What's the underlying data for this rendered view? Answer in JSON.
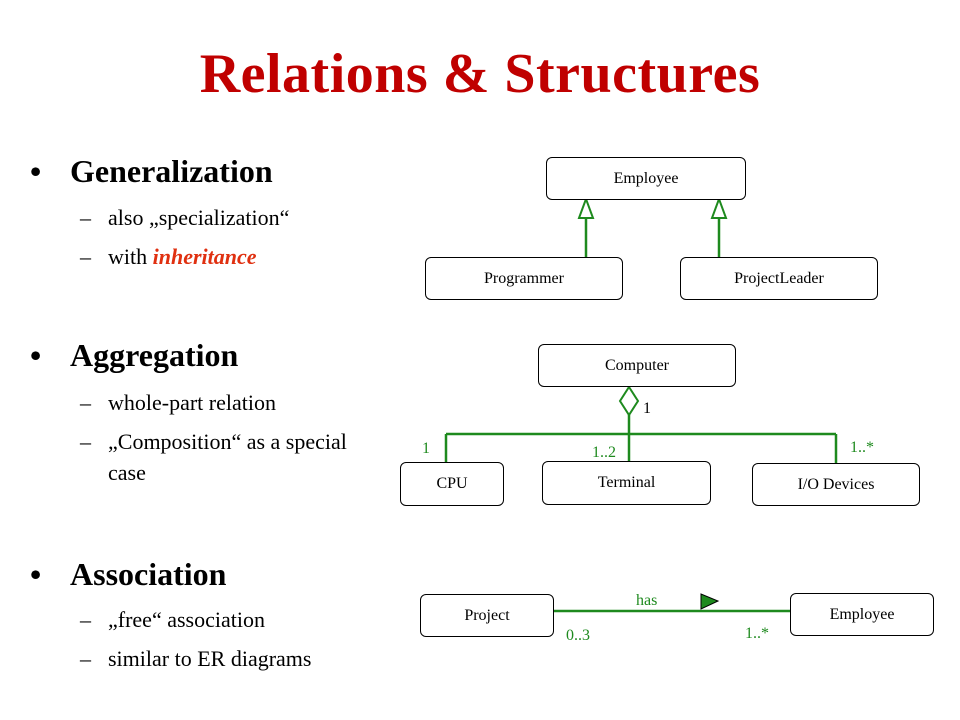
{
  "title": "Relations & Structures",
  "sections": [
    {
      "heading": "Generalization",
      "lines": [
        {
          "pre": "also „specialization“",
          "em": ""
        },
        {
          "pre": "with ",
          "em": "inheritance"
        }
      ]
    },
    {
      "heading": "Aggregation",
      "lines": [
        {
          "pre": "whole-part relation",
          "em": ""
        },
        {
          "pre": "„Composition“ as a special",
          "em": ""
        },
        {
          "pre": "case",
          "em": ""
        }
      ]
    },
    {
      "heading": "Association",
      "lines": [
        {
          "pre": "„free“ association",
          "em": ""
        },
        {
          "pre": "similar to ER diagrams",
          "em": ""
        }
      ]
    }
  ],
  "bullet_symbol": "•",
  "dash_symbol": "–",
  "diagrams": {
    "generalization": {
      "parent": "Employee",
      "children": [
        "Programmer",
        "ProjectLeader"
      ]
    },
    "aggregation": {
      "whole": "Computer",
      "whole_multiplicity": "1",
      "parts": [
        {
          "name": "CPU",
          "multiplicity": "1"
        },
        {
          "name": "Terminal",
          "multiplicity": "1..2"
        },
        {
          "name": "I/O Devices",
          "multiplicity": "1..*"
        }
      ]
    },
    "association": {
      "left": "Project",
      "right": "Employee",
      "label": "has",
      "left_multiplicity": "0..3",
      "right_multiplicity": "1..*"
    }
  },
  "colors": {
    "title": "#c00000",
    "highlight": "#e03010",
    "relation_line": "#1e8a1e"
  }
}
